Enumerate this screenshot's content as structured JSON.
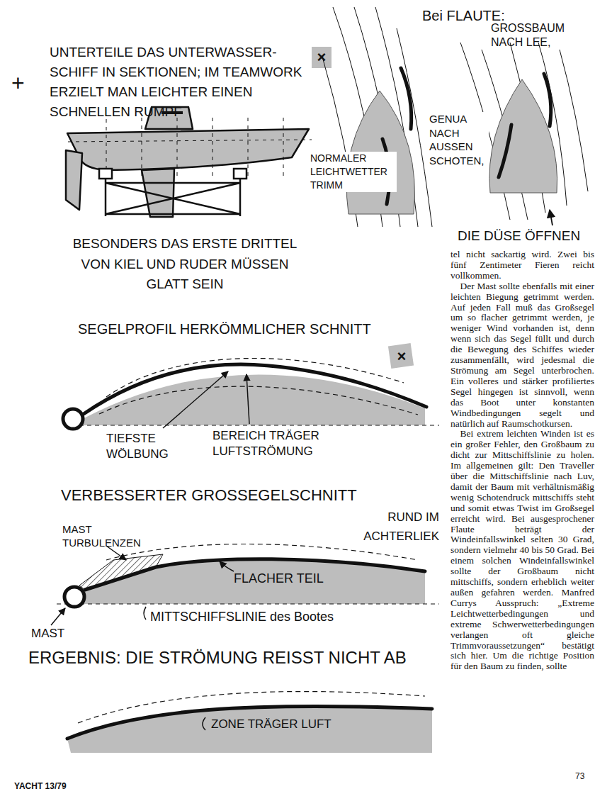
{
  "diagram": {
    "labels": [
      "+",
      "UNTERTEILE DAS UNTERWASSER- SCHIFF IN SEKTIONEN; IM TEAMWORK ERZIELT MAN LEICHTER EINEN SCHNELLEN RUMPF",
      "×",
      "BESONDERS DAS ERSTE DRITTEL VON KIEL UND RUDER MÜSSEN GLATT SEIN",
      "Bei FLAUTE:",
      "GROSSBAUM NACH LEE,",
      "GENUA NACH AUSSEN SCHOTEN,",
      "NORMALER LEICHTWETTER TRIMM",
      "DIE DÜSE ÖFFNEN",
      "SEGELPROFIL HERKÖMMLICHER SCHNITT",
      "×",
      "TIEFSTE WÖLBUNG",
      "BEREICH TRÄGER LUFTSTRÖMUNG",
      "VERBESSERTER GROSSEGELSCHNITT",
      "RUND IM ACHTERLIEK",
      "MAST TURBULENZEN",
      "FLACHER TEIL",
      "MAST",
      "MITTSCHIFFSLINIE des Bootes",
      "ERGEBNIS: DIE STRÖMUNG REISST NICHT AB",
      "ZONE TRÄGER LUFT",
      "tel nicht sackartig wird. Zwei bis fünf Zentimeter Fieren reicht vollkommen.",
      "Der Mast sollte ebenfalls mit einer leichten Biegung getrimmt werden. Auf jeden Fall muß das Großsegel um so flacher getrimmt werden, je weniger Wind vorhanden ist, denn wenn sich das Segel füllt und durch die Bewegung des Schiffes wieder zusammenfällt, wird jedesmal die Strömung am Segel unterbrochen. Ein volleres und stärker profiliertes Segel hingegen ist sinnvoll, wenn das Boot unter konstanten Windbedingungen segelt und natürlich auf Raumschotkursen.",
      "Bei extrem leichten Winden ist es ein großer Fehler, den Großbaum zu dicht zur Mittschiffslinie zu holen. Im allgemeinen gilt: Den Traveller über die Mittschiffslinie nach Luv, damit der Baum mit verhältnismäßig wenig Schotendruck mittschiffs steht und somit etwas Twist im Großsegel erreicht wird. Bei ausgesprochener Flaute beträgt der Windeinfallswinkel selten 30 Grad, sondern vielmehr 40 bis 50 Grad. Bei einem solchen Windeinfallswinkel sollte der Großbaum nicht mittschiffs, sondern erheblich weiter außen gefahren werden. Manfred Currys Ausspruch: „Extreme Leichtwetterbedingungen und extreme Schwerwetterbedingungen verlangen oft gleiche Trimmvoraussetzungen“ bestätigt sich hier. Um die richtige Position für den Baum zu finden, sollte",
      "YACHT 13/79",
      "73"
    ]
  }
}
